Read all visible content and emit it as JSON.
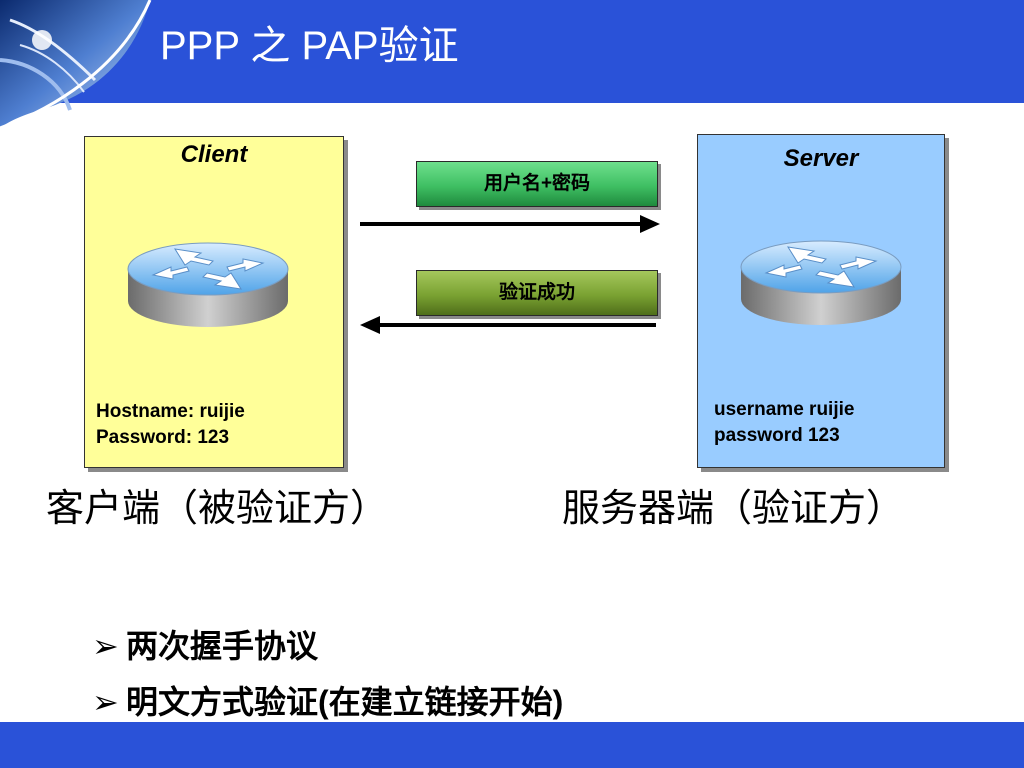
{
  "slide": {
    "title": "PPP 之 PAP验证"
  },
  "client": {
    "title": "Client",
    "line1": "Hostname: ruijie",
    "line2": "Password: 123",
    "caption": "客户端（被验证方）"
  },
  "server": {
    "title": "Server",
    "line1": "username ruijie",
    "line2": "password 123",
    "caption": "服务器端（验证方）"
  },
  "messages": {
    "request": "用户名+密码",
    "response": "验证成功"
  },
  "bullets": {
    "marker": "➢",
    "item1": "两次握手协议",
    "item2": "明文方式验证(在建立链接开始)"
  },
  "colors": {
    "header": "#2a52d8",
    "client_panel": "#ffff99",
    "server_panel": "#99ccff",
    "request_box": "#3fbf63",
    "response_box": "#7aa232"
  },
  "icons": {
    "client_device": "router-icon",
    "server_device": "router-icon",
    "bullet": "arrowhead-bullet-icon"
  }
}
